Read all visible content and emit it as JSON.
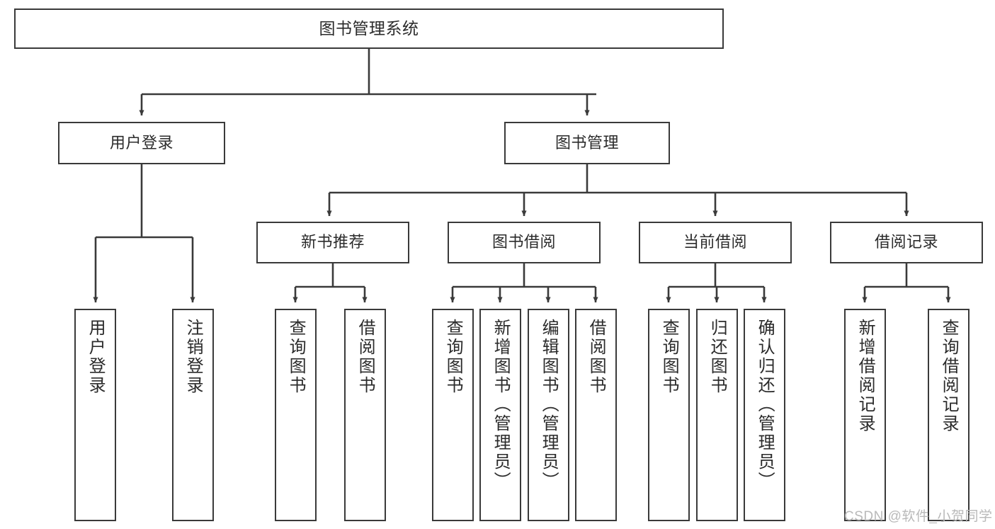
{
  "diagram": {
    "title": "图书管理系统",
    "type": "tree",
    "watermark": "CSDN @软件_小贺同学",
    "style": {
      "background": "#ffffff",
      "border_color": "#3a3a3a",
      "text_color": "#2b2b2b",
      "watermark_color": "#b9b9b9"
    },
    "nodes": {
      "root": {
        "label": "图书管理系统",
        "level": 0
      },
      "level1": [
        {
          "id": "user-login",
          "label": "用户登录"
        },
        {
          "id": "book-manage",
          "label": "图书管理"
        }
      ],
      "level2": [
        {
          "id": "new-book-recommend",
          "label": "新书推荐"
        },
        {
          "id": "book-borrow",
          "label": "图书借阅"
        },
        {
          "id": "current-borrow",
          "label": "当前借阅"
        },
        {
          "id": "borrow-record",
          "label": "借阅记录"
        }
      ],
      "leaves": {
        "user-login": [
          {
            "id": "leaf-user-login",
            "label": "用户登录"
          },
          {
            "id": "leaf-logout-login",
            "label": "注销登录"
          }
        ],
        "new-book-recommend": [
          {
            "id": "leaf-query-book-1",
            "label": "查询图书"
          },
          {
            "id": "leaf-borrow-book-1",
            "label": "借阅图书"
          }
        ],
        "book-borrow": [
          {
            "id": "leaf-query-book-2",
            "label": "查询图书"
          },
          {
            "id": "leaf-add-book",
            "label": "新增图书（管理员）"
          },
          {
            "id": "leaf-edit-book",
            "label": "编辑图书（管理员）"
          },
          {
            "id": "leaf-borrow-book-2",
            "label": "借阅图书"
          }
        ],
        "current-borrow": [
          {
            "id": "leaf-query-book-3",
            "label": "查询图书"
          },
          {
            "id": "leaf-return-book",
            "label": "归还图书"
          },
          {
            "id": "leaf-confirm-return",
            "label": "确认归还（管理员）"
          }
        ],
        "borrow-record": [
          {
            "id": "leaf-add-record",
            "label": "新增借阅记录"
          },
          {
            "id": "leaf-query-record",
            "label": "查询借阅记录"
          }
        ]
      }
    }
  }
}
